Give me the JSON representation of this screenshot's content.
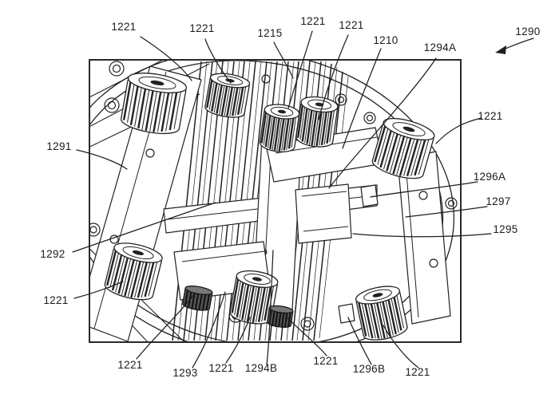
{
  "figure": {
    "kind": "patent-mechanical-line-drawing",
    "background_color": "#ffffff",
    "line_color": "#1f1f1f",
    "label_color": "#1b1b1b"
  },
  "callouts": [
    {
      "text": "1221"
    },
    {
      "text": "1221"
    },
    {
      "text": "1215"
    },
    {
      "text": "1221"
    },
    {
      "text": "1221"
    },
    {
      "text": "1210"
    },
    {
      "text": "1294A"
    },
    {
      "text": "1290"
    },
    {
      "text": "1221"
    },
    {
      "text": "1296A"
    },
    {
      "text": "1297"
    },
    {
      "text": "1295"
    },
    {
      "text": "1291"
    },
    {
      "text": "1292"
    },
    {
      "text": "1221"
    },
    {
      "text": "1221"
    },
    {
      "text": "1293"
    },
    {
      "text": "1221"
    },
    {
      "text": "1294B"
    },
    {
      "text": "1221"
    },
    {
      "text": "1296B"
    },
    {
      "text": "1221"
    }
  ]
}
